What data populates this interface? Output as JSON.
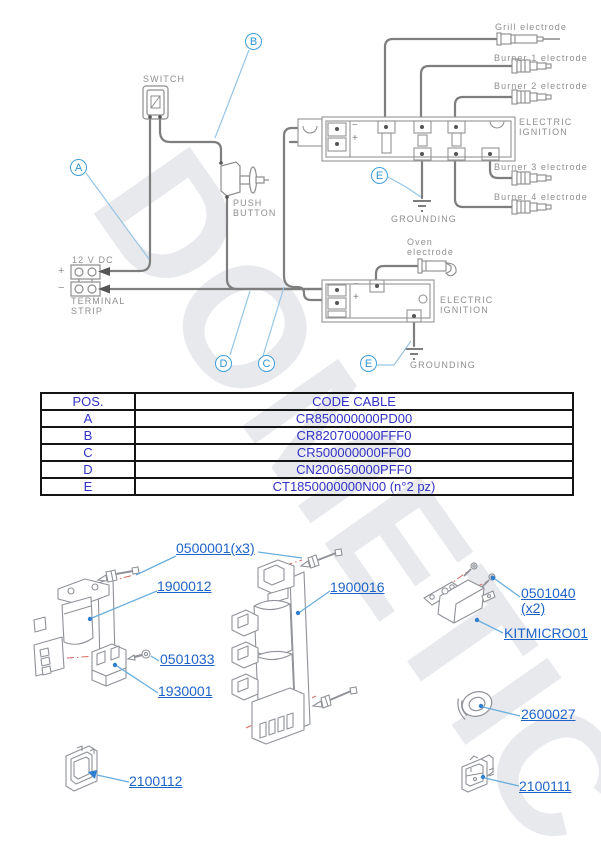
{
  "branding": {
    "watermark": "DOMETIC"
  },
  "diagram": {
    "labels": {
      "switch": "SWITCH",
      "push_button": "PUSH\nBUTTON",
      "grill_electrode": "Grill electrode",
      "burner1_electrode": "Burner 1 electrode",
      "burner2_electrode": "Burner 2 electrode",
      "burner3_electrode": "Burner 3 electrode",
      "burner4_electrode": "Burner 4 electrode",
      "oven_electrode": "Oven\nelectrode",
      "electric_ignition_upper": "ELECTRIC\nIGNITION",
      "electric_ignition_lower": "ELECTRIC\nIGNITION",
      "grounding_upper": "GROUNDING",
      "grounding_lower": "GROUNDING",
      "supply": "12 V DC",
      "plus": "+",
      "minus": "−",
      "terminal_strip": "TERMINAL\nSTRIP",
      "box_minus_upper": "−",
      "box_plus_upper": "+",
      "box_minus_lower": "−",
      "box_plus_lower": "+"
    },
    "callouts": {
      "a": "A",
      "b": "B",
      "c": "C",
      "d": "D",
      "e": "E"
    }
  },
  "table": {
    "headers": {
      "pos": "POS.",
      "code": "CODE CABLE"
    },
    "rows": [
      {
        "pos": "A",
        "code": "CR850000000PD00"
      },
      {
        "pos": "B",
        "code": "CR820700000FFF0"
      },
      {
        "pos": "C",
        "code": "CR500000000FF00"
      },
      {
        "pos": "D",
        "code": "CN200650000PFF0"
      },
      {
        "pos": "E",
        "code": "CT1850000000N00 (n°2 pz)"
      }
    ]
  },
  "parts": {
    "screw_kit": "0500001(x3)",
    "ignition_unit_single": "1900012",
    "screw_small": "0501033",
    "bracket": "1930001",
    "ignition_unit_multi": "1900016",
    "screw_pair": "0501040\n(x2)",
    "micro_switch_kit": "KITMICRO01",
    "grommet": "2600027",
    "bezel": "2100112",
    "rocker_switch": "2100111"
  },
  "colors": {
    "callout_blue": "#3f9fda",
    "leader_blue": "#6aaede",
    "table_text_blue": "#3232c4",
    "part_label_blue": "#1e64c8",
    "axis_red": "#d4685e",
    "wire_gray": "#7e7e7e",
    "label_gray": "#8f8f8f",
    "watermark_gray": "#e7e9ec"
  }
}
